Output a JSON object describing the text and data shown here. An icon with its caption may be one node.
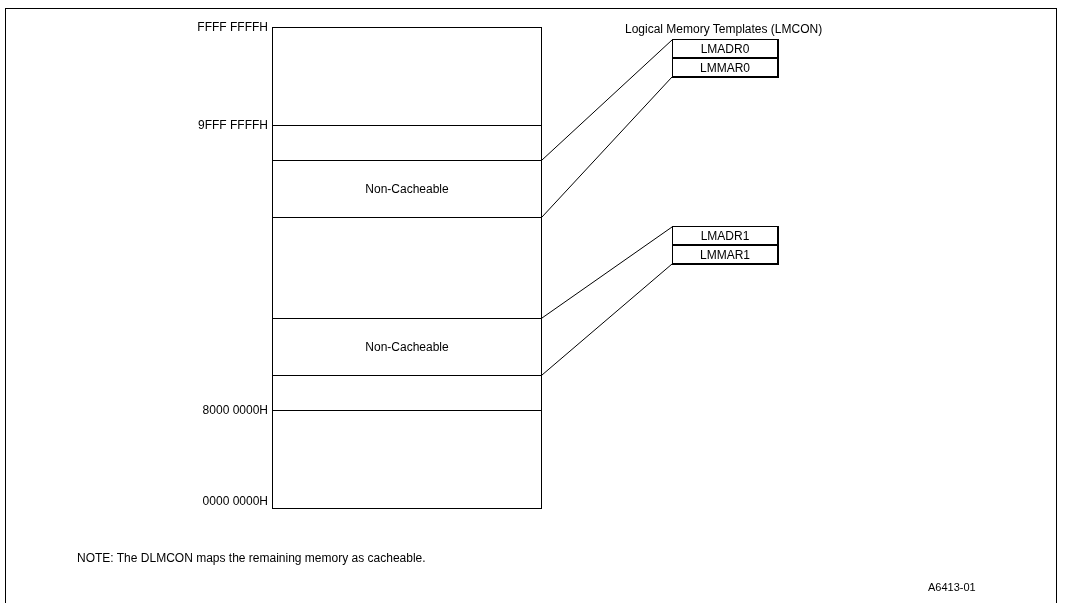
{
  "diagram": {
    "nodes": [
      {
        "text": [],
        "shape": "box"
      },
      {
        "text": [
          "LMADR0"
        ]
      },
      {
        "text": [
          "LMMAR0"
        ]
      },
      {
        "text": [
          "Non-Cacheable"
        ],
        "in": 0
      },
      {
        "text": [
          "LMADR1"
        ]
      },
      {
        "text": [
          "LMMAR1"
        ]
      },
      {
        "text": [
          "Non-Cacheable"
        ],
        "in": 0
      }
    ],
    "edges": [
      {
        "from": 1,
        "to": 3,
        "arrow": "none"
      },
      {
        "from": 2,
        "to": 3,
        "arrow": "none"
      },
      {
        "from": 4,
        "to": 6,
        "arrow": "none"
      },
      {
        "from": 5,
        "to": 6,
        "arrow": "none"
      }
    ],
    "labels": [
      "FFFF FFFFH",
      "Logical Memory Templates (LMCON)",
      "9FFF FFFFH",
      "8000 0000H",
      "0000 0000H",
      "NOTE: The DLMCON maps the remaining memory as cacheable.",
      "A6413-01"
    ]
  }
}
